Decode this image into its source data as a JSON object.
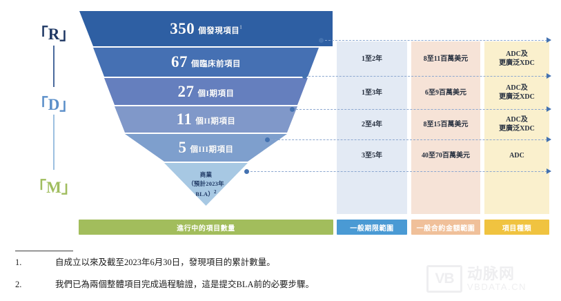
{
  "rail": {
    "items": [
      {
        "id": "R",
        "label": "「R」",
        "color": "#1f3864"
      },
      {
        "id": "D",
        "label": "「D」",
        "color": "#5b8fc9"
      },
      {
        "id": "M",
        "label": "「M」",
        "color": "#a0bd5e"
      }
    ]
  },
  "funnel": {
    "bands": [
      {
        "num": "350",
        "unit": "個發現項目",
        "sup": "1",
        "color": "#2e5fa3"
      },
      {
        "num": "67",
        "unit": "個臨床前項目",
        "sup": "",
        "color": "#4570b3"
      },
      {
        "num": "27",
        "unit": "個I期項目",
        "sup": "",
        "color": "#657fbe"
      },
      {
        "num": "11",
        "unit": "個II期項目",
        "sup": "",
        "color": "#8098c9"
      },
      {
        "num": "5",
        "unit": "個III期項目",
        "sup": "",
        "color": "#7e9fcd"
      }
    ],
    "tip": {
      "line1": "商業",
      "line2": "（預計2023年",
      "line3": "BLA）",
      "sup": "2",
      "color": "#a7c8e3"
    }
  },
  "columns": {
    "term": {
      "header": "一般期限範圍",
      "cells": [
        "1至2年",
        "1至3年",
        "2至4年",
        "3至5年"
      ],
      "fill": "#e3eaf4",
      "header_fill": "#4a9ad4"
    },
    "value": {
      "header": "一般合約金額範圍",
      "cells": [
        "8至11百萬美元",
        "6至9百萬美元",
        "8至15百萬美元",
        "40至70百萬美元"
      ],
      "fill": "#f6e3d7",
      "header_fill": "#f0c09a"
    },
    "type": {
      "header": "項目種類",
      "cells": [
        "ADC及\n更廣泛XDC",
        "ADC及\n更廣泛XDC",
        "ADC及\n更廣泛XDC",
        "ADC"
      ],
      "fill": "#faf0cd",
      "header_fill": "#f0c340"
    }
  },
  "legend": {
    "count_label": "進行中的項目數量",
    "count_fill": "#a2bd5c"
  },
  "footnotes": [
    {
      "index": "1.",
      "text": "自成立以來及截至2023年6月30日，發現項目的累計數量。"
    },
    {
      "index": "2.",
      "text": "我們已為兩個整體項目完成過程驗證，這是提交BLA前的必要步驟。"
    }
  ],
  "watermark": {
    "mark": "VB",
    "cn": "动脉网",
    "en": "VBDATA.CN"
  }
}
